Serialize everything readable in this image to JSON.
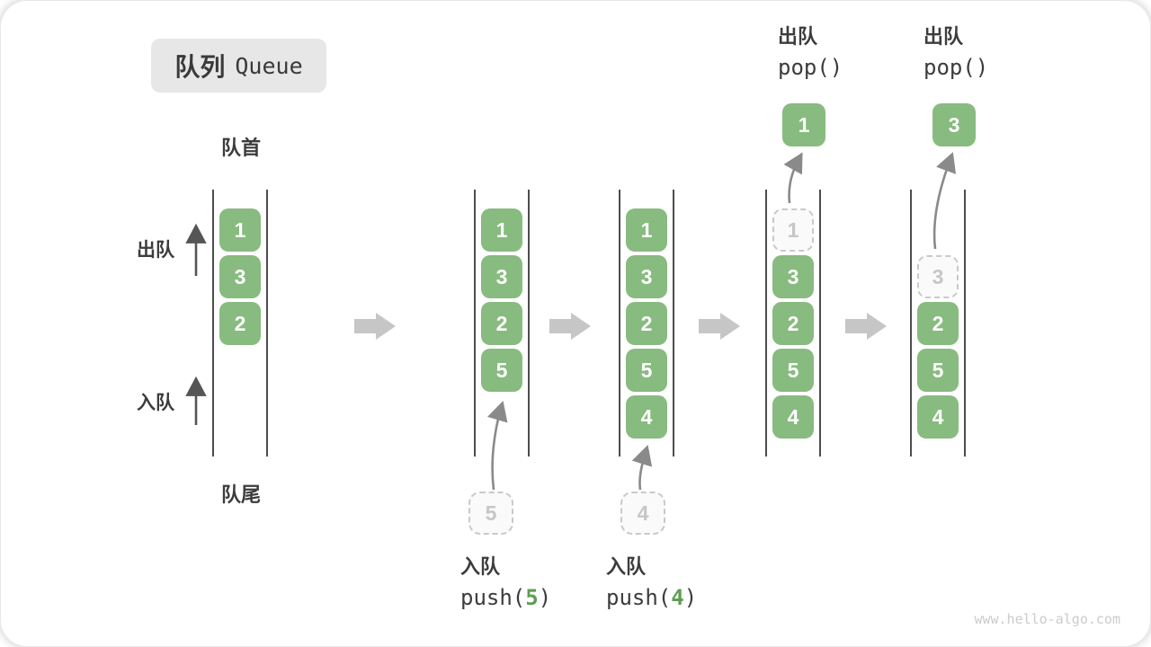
{
  "title": {
    "zh": "队列",
    "en": "Queue"
  },
  "labels": {
    "front": "队首",
    "rear": "队尾",
    "dequeue": "出队",
    "enqueue": "入队"
  },
  "palette": {
    "element_green": "#88bb7f",
    "code_arg_green": "#5f9e54",
    "block_arrow_gray": "#c6c6c6",
    "thin_arrow_gray": "#8a8a8a",
    "dashed_gray": "#c9c9c9",
    "rail_dark": "#4d4d4d",
    "text_dark": "#3c3c3c",
    "title_bg": "#e7e7e7"
  },
  "watermark": "www.hello-algo.com",
  "states": [
    {
      "elements": [
        "1",
        "3",
        "2"
      ]
    },
    {
      "elements": [
        "1",
        "3",
        "2",
        "5"
      ],
      "incoming": "5",
      "caption": {
        "action": "入队",
        "fn_open": "push(",
        "arg": "5",
        "fn_close": ")"
      }
    },
    {
      "elements": [
        "1",
        "3",
        "2",
        "5",
        "4"
      ],
      "incoming": "4",
      "caption": {
        "action": "入队",
        "fn_open": "push(",
        "arg": "4",
        "fn_close": ")"
      }
    },
    {
      "removed": "1",
      "elements": [
        "3",
        "2",
        "5",
        "4"
      ],
      "popped": "1",
      "caption": {
        "action": "出队",
        "fn": "pop()"
      }
    },
    {
      "removed": "3",
      "elements": [
        "2",
        "5",
        "4"
      ],
      "popped": "3",
      "caption": {
        "action": "出队",
        "fn": "pop()"
      }
    }
  ]
}
